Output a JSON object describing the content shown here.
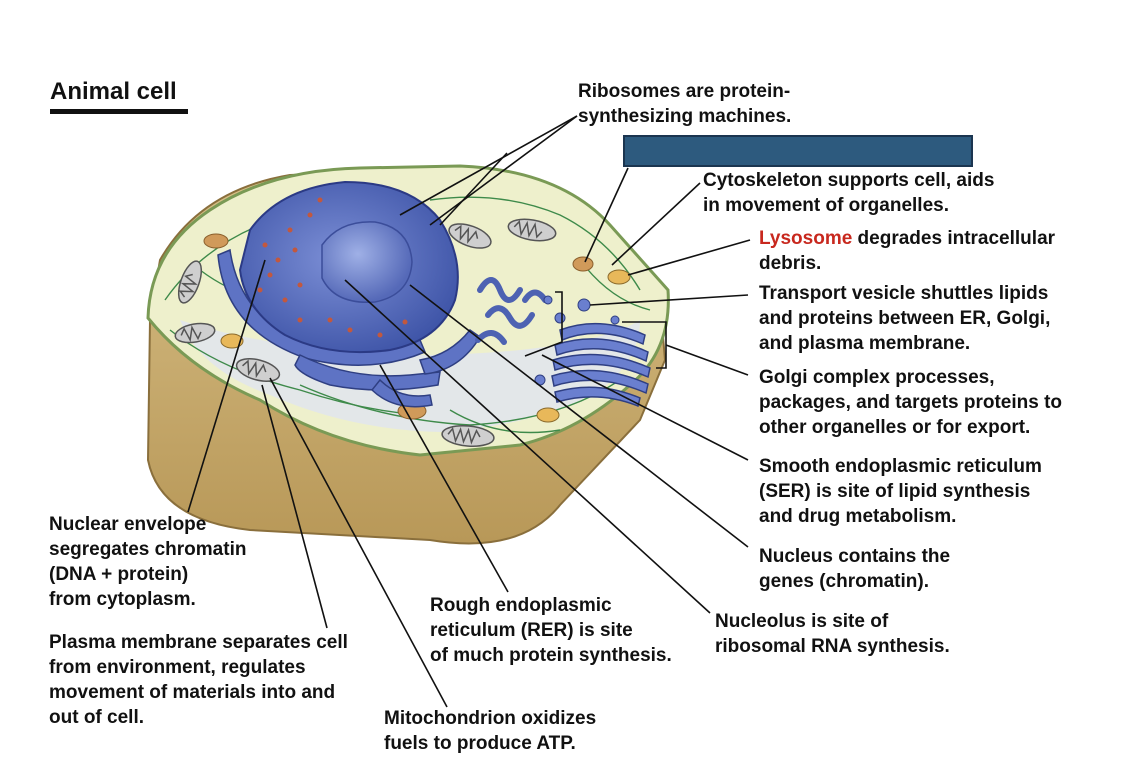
{
  "title": "Animal cell",
  "labels": {
    "ribosomes": [
      "Ribosomes are protein-",
      "synthesizing machines."
    ],
    "cytoskeleton": [
      "Cytoskeleton supports cell, aids",
      "in movement of organelles."
    ],
    "lysosome": {
      "term": "Lysosome",
      "rest_line1": " degrades intracellular",
      "line2": "debris."
    },
    "transport_vesicle": [
      "Transport vesicle shuttles lipids",
      "and proteins between ER, Golgi,",
      "and plasma membrane."
    ],
    "golgi": [
      "Golgi complex processes,",
      "packages, and targets proteins to",
      "other organelles or for export."
    ],
    "ser": [
      "Smooth endoplasmic reticulum",
      "(SER) is site of lipid synthesis",
      "and drug metabolism."
    ],
    "nucleus": [
      "Nucleus contains the",
      "genes (chromatin)."
    ],
    "nucleolus": [
      "Nucleolus is site of",
      "ribosomal RNA synthesis."
    ],
    "rer": [
      "Rough endoplasmic",
      "reticulum (RER) is site",
      "of much protein synthesis."
    ],
    "mitochondrion": [
      "Mitochondrion oxidizes",
      "fuels to produce ATP."
    ],
    "nuclear_envelope": [
      "Nuclear envelope",
      "segregates chromatin",
      "(DNA + protein)",
      "from cytoplasm."
    ],
    "plasma_membrane": [
      "Plasma membrane separates cell",
      "from environment, regulates",
      "movement of materials into and",
      "out of cell."
    ]
  },
  "colors": {
    "cell_top": "#eef0cc",
    "cell_body": "#c9ad72",
    "nucleus": "#4f66b6",
    "organelle_blue": "#6a7fcf",
    "lysosome_text": "#c8281e",
    "redaction_box": "#2d5a7e"
  }
}
